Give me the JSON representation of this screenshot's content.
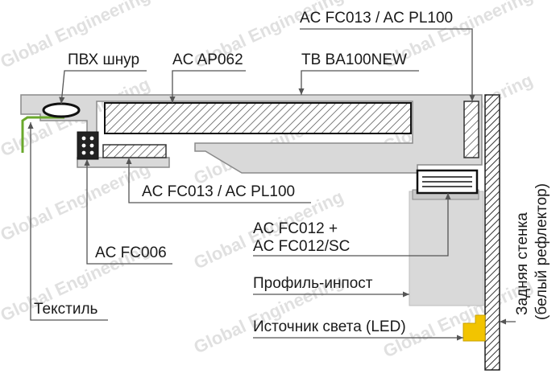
{
  "watermark": "Global Engineering",
  "labels": {
    "pvc_cord": "ПВХ шнур",
    "ac_ap062": "AC AP062",
    "ac_fc013_top": "AC FC013 / AC PL100",
    "tb_ba100new": "TB BA100NEW",
    "ac_fc013_mid": "AC FC013 / AC PL100",
    "ac_fc012_line1": "AC FC012 +",
    "ac_fc012_line2": "AC FC012/SC",
    "ac_fc006": "AC FC006",
    "profile_impost": "Профиль-инпост",
    "textile": "Текстиль",
    "light_source": "Источник света (LED)",
    "back_wall_line1": "Задняя стенка",
    "back_wall_line2": "(белый рефлектор)"
  },
  "colors": {
    "profile": "#d9d9d9",
    "outline": "#8a8a8a",
    "textile": "#6aa82c",
    "led": "#f2c400",
    "wall": "#333333",
    "leader": "#555555"
  }
}
